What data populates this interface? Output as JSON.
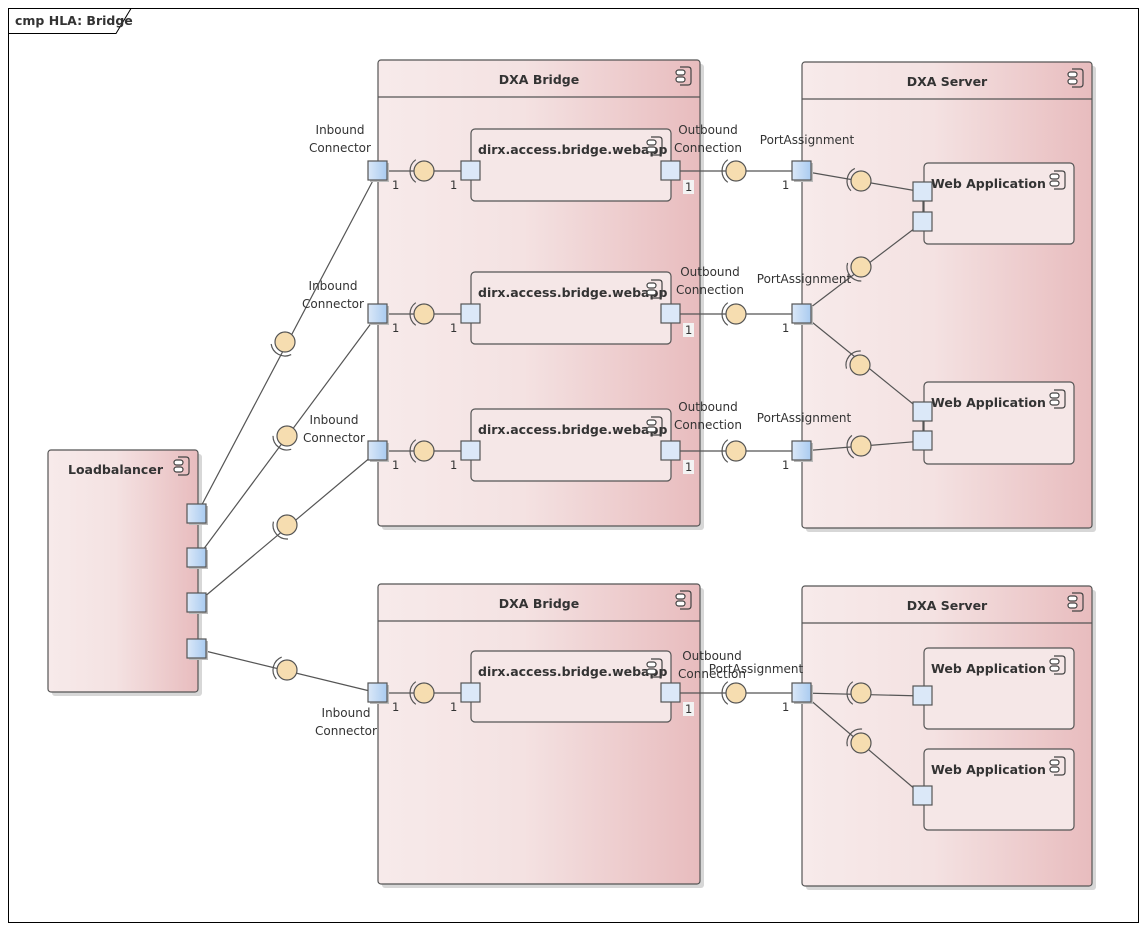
{
  "frame": {
    "title": "cmp HLA: Bridge"
  },
  "colors": {
    "container_light": "#f7eaea",
    "container_dark": "#e8bcbe",
    "port_light": "#dbe8f8",
    "port_dark": "#a9cbf0",
    "interface": "#f6ddb0",
    "stroke": "#555555"
  },
  "loadbalancer": {
    "name": "Loadbalancer",
    "port_count": 4
  },
  "groups": [
    {
      "bridge": {
        "name": "DXA Bridge"
      },
      "server": {
        "name": "DXA Server"
      },
      "channels": [
        {
          "inbound_label": "Inbound Connector",
          "inbound_mult": "1",
          "webapp_mult": "1",
          "webapp_name": "dirx.access.bridge.webapp",
          "outbound_label": "Outbound Connection",
          "outbound_mult": "1",
          "port_label": "PortAssignment",
          "port_mult": "1"
        },
        {
          "inbound_label": "Inbound Connector",
          "inbound_mult": "1",
          "webapp_mult": "1",
          "webapp_name": "dirx.access.bridge.webapp",
          "outbound_label": "Outbound Connection",
          "outbound_mult": "1",
          "port_label": "PortAssignment",
          "port_mult": "1"
        },
        {
          "inbound_label": "Inbound Connector",
          "inbound_mult": "1",
          "webapp_mult": "1",
          "webapp_name": "dirx.access.bridge.webapp",
          "outbound_label": "Outbound Connection",
          "outbound_mult": "1",
          "port_label": "PortAssignment",
          "port_mult": "1"
        }
      ],
      "web_applications": [
        "Web Application",
        "Web Application"
      ]
    },
    {
      "bridge": {
        "name": "DXA Bridge"
      },
      "server": {
        "name": "DXA Server"
      },
      "channels": [
        {
          "inbound_label": "Inbound Connector",
          "inbound_mult": "1",
          "webapp_mult": "1",
          "webapp_name": "dirx.access.bridge.webapp",
          "outbound_label": "Outbound Connection",
          "outbound_mult": "1",
          "port_label": "PortAssignment",
          "port_mult": "1"
        }
      ],
      "web_applications": [
        "Web Application",
        "Web Application"
      ]
    }
  ]
}
